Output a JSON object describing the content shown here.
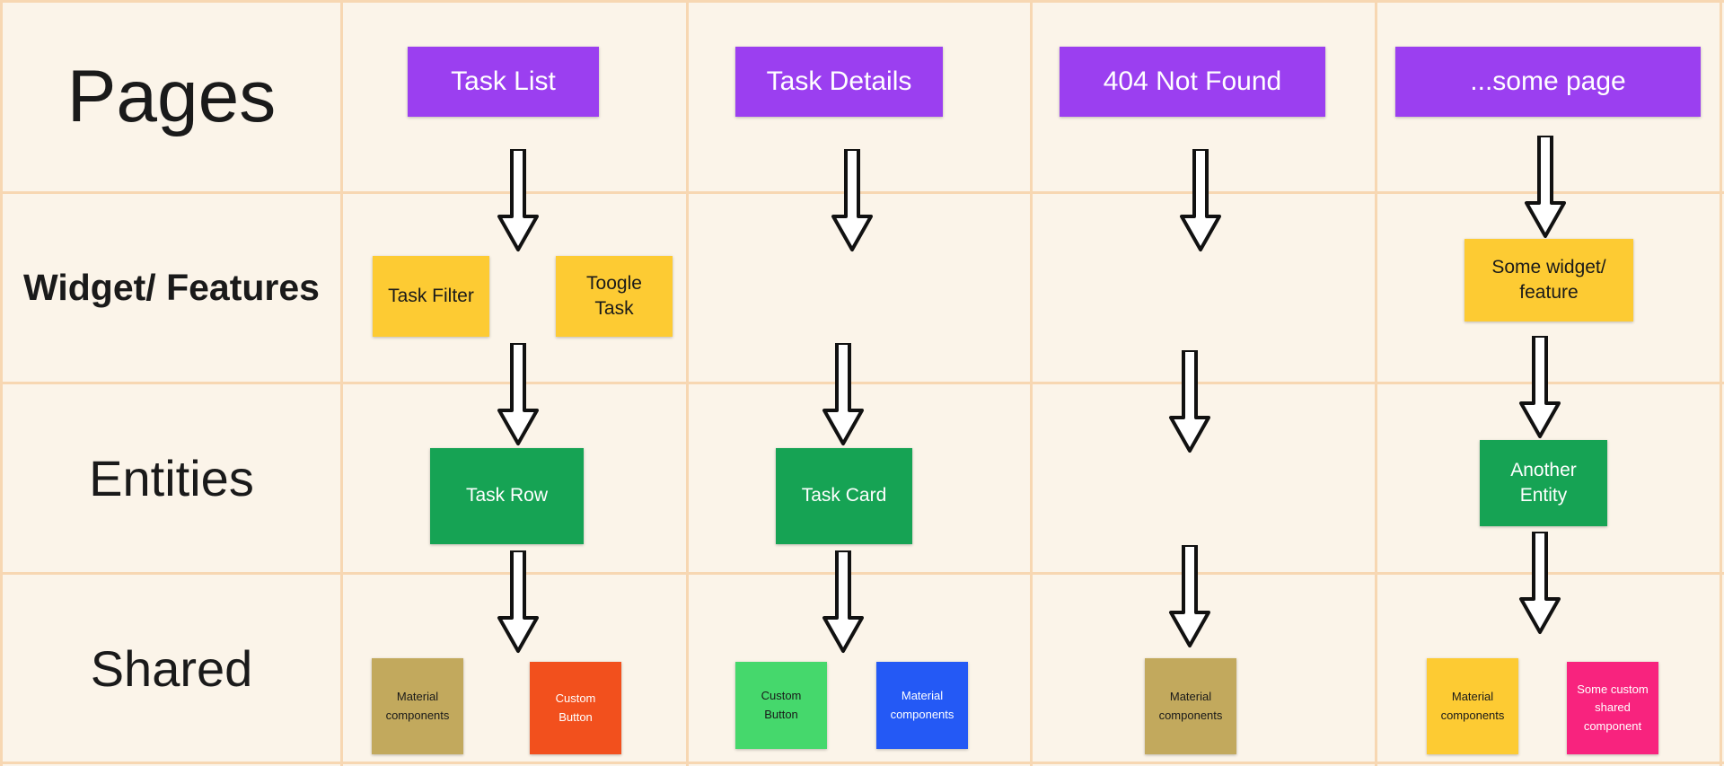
{
  "rows": [
    {
      "key": "pages",
      "label": "Pages"
    },
    {
      "key": "features",
      "label": "Widget/ Features"
    },
    {
      "key": "entities",
      "label": "Entities"
    },
    {
      "key": "shared",
      "label": "Shared"
    }
  ],
  "pages": [
    "Task List",
    "Task Details",
    "404 Not Found",
    "...some page"
  ],
  "features": {
    "task_filter": "Task Filter",
    "toogle_task": "Toogle Task",
    "some_widget": "Some widget/ feature"
  },
  "entities": {
    "task_row": "Task Row",
    "task_card": "Task Card",
    "another_entity": "Another Entity"
  },
  "shared": {
    "col1_material": "Material components",
    "col1_custom_button": "Custom Button",
    "col2_custom_button": "Custom Button",
    "col2_material": "Material components",
    "col3_material": "Material components",
    "col4_material": "Material components",
    "col4_custom_shared": "Some custom shared component"
  },
  "colors": {
    "purple": "#9b3ff0",
    "yellow": "#fdcb33",
    "green": "#16a354",
    "olive": "#c2a95d",
    "orange": "#f2501d",
    "light_green": "#45d86c",
    "blue": "#2459f5",
    "pink": "#f8237e",
    "grid": "#f7d7b2",
    "background": "#fbf4e9"
  },
  "icons": [
    "down-arrow-icon"
  ]
}
